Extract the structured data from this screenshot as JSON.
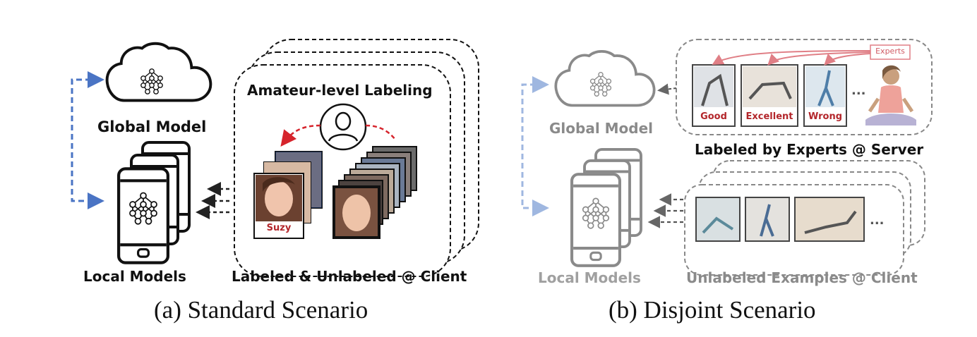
{
  "panel_a": {
    "caption": "(a) Standard Scenario",
    "global_model_label": "Global Model",
    "local_models_label": "Local Models",
    "client_box_title": "Amateur-level Labeling",
    "client_label": "Labeled & Unlabeled @ Client",
    "face_tag": "Suzy",
    "icons": [
      "cloud-icon",
      "neural-network-icon",
      "phone-icon",
      "person-icon",
      "face-photo-icon"
    ],
    "accent_color": "#4a74c4",
    "arrow_color": "#d6242c"
  },
  "panel_b": {
    "caption": "(b) Disjoint Scenario",
    "global_model_label": "Global Model",
    "local_models_label": "Local Models",
    "server_label": "Labeled by Experts @ Server",
    "client_label": "Unlabeled Examples @ Client",
    "experts_tag": "Experts",
    "pose_labels": [
      "Good",
      "Excellent",
      "Wrong"
    ],
    "ellipsis": "...",
    "icons": [
      "cloud-icon",
      "neural-network-icon",
      "phone-icon",
      "yoga-expert-icon",
      "pose-photo-icon"
    ],
    "muted_color": "#a0a0a0",
    "arrow_color": "#e07f86"
  }
}
